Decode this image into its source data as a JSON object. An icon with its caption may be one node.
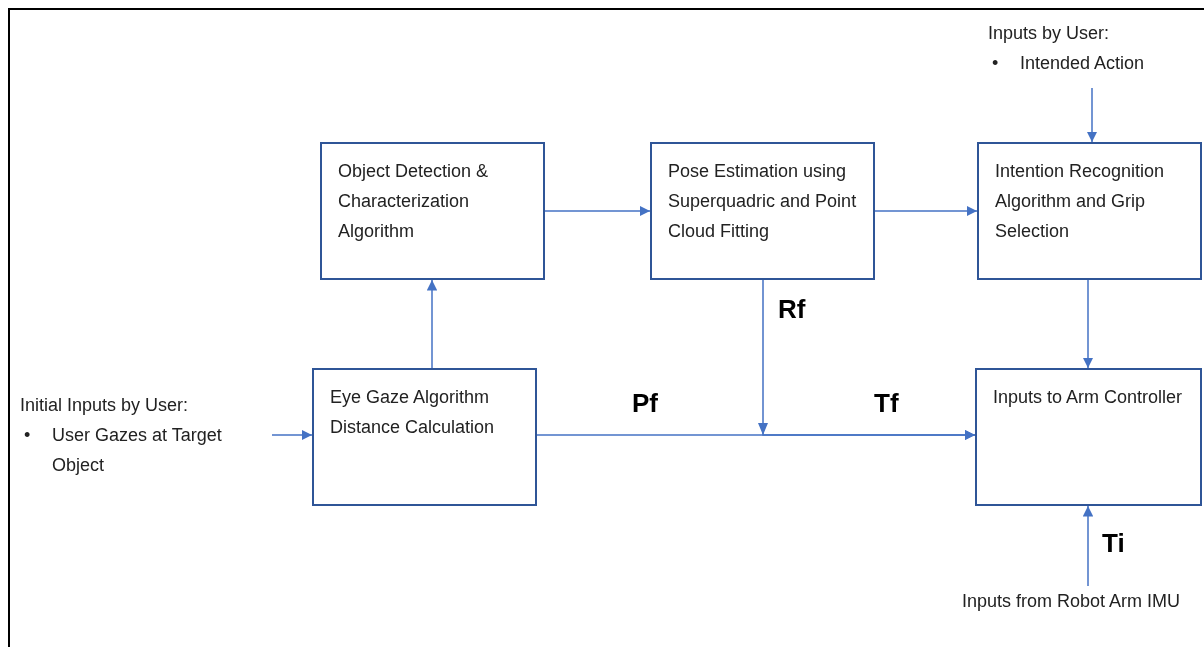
{
  "diagram": {
    "nodes": [
      {
        "text": [
          "Object Detection & Characterization Algorithm"
        ]
      },
      {
        "text": [
          "Pose Estimation using Superquadric and Point Cloud Fitting"
        ]
      },
      {
        "text": [
          "Intention Recognition Algorithm and Grip Selection"
        ]
      },
      {
        "text": [
          "Eye Gaze Algorithm Distance Calculation"
        ]
      },
      {
        "text": [
          "Inputs to Arm Controller"
        ]
      },
      {
        "text": [
          "Initial Inputs by User:",
          "•",
          "User Gazes at Target Object"
        ]
      },
      {
        "text": [
          "Inputs by User:",
          "•",
          "Intended Action"
        ]
      },
      {
        "text": [
          "Inputs from Robot Arm IMU"
        ]
      }
    ],
    "edges": [
      {
        "from": 5,
        "to": 3,
        "arrow": "to"
      },
      {
        "from": 3,
        "to": 0,
        "arrow": "to"
      },
      {
        "from": 0,
        "to": 1,
        "arrow": "to"
      },
      {
        "from": 1,
        "to": 2,
        "arrow": "to"
      },
      {
        "from": 6,
        "to": 2,
        "arrow": "to"
      },
      {
        "from": 2,
        "to": 4,
        "arrow": "to"
      },
      {
        "from": 3,
        "to": 4,
        "arrow": "to",
        "label": "Pf"
      },
      {
        "from": 1,
        "to": 4,
        "arrow": "to",
        "label": "Rf"
      },
      {
        "from": 7,
        "to": 4,
        "arrow": "to",
        "label": "Ti"
      }
    ],
    "labels": [
      "Tf"
    ]
  }
}
